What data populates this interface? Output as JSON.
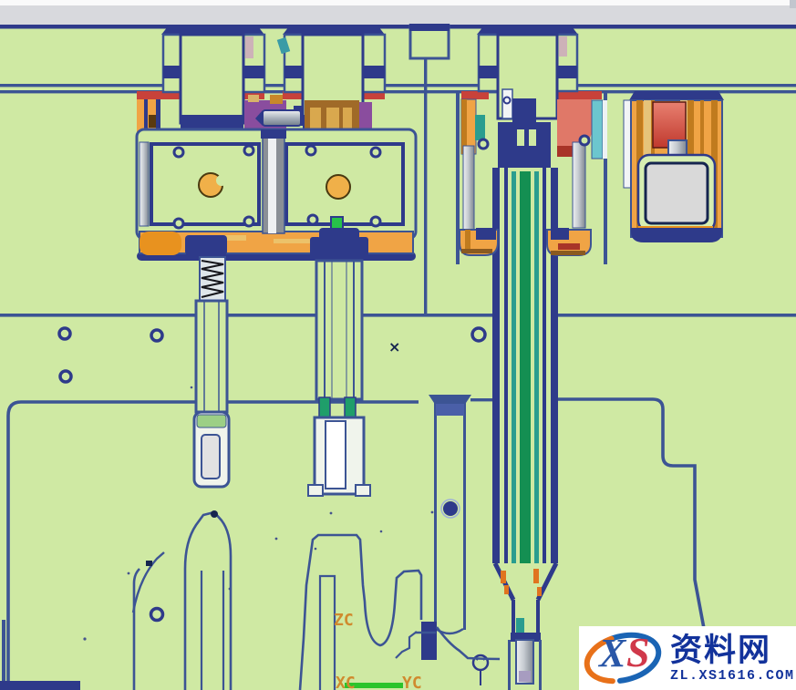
{
  "viewport": {
    "point_marker": "×",
    "background_color": "#cfe9a3",
    "toolbar_strip_color": "#d8d9dd",
    "outline_color": "#2e3a8a",
    "thin_line_color": "#3c5494"
  },
  "wcs": {
    "z_axis_label": "ZC",
    "x_axis_label": "XC",
    "y_axis_label": "YC",
    "label_color": "#d08a2e",
    "axis_line_color": "#2bc42b"
  },
  "palette": {
    "hatch_orange": "#f0a445",
    "hatch_amber": "#c07b1e",
    "heat_red": "#c8423a",
    "salmon": "#e07868",
    "teal_light": "#6cc6ce",
    "teal_dark": "#2a9d8f",
    "core_green": "#148f52",
    "bright_green": "#27c24a",
    "purple": "#8a4d9e",
    "steel_gray": "#b9bec4"
  },
  "watermark": {
    "logo_letter_1": "X",
    "logo_letter_2": "S",
    "site_name": "资料网",
    "site_url": "ZL.XS1616.COM",
    "text_color": "#12329b",
    "logo_blue": "#1a64b4",
    "logo_orange": "#e8711a"
  }
}
